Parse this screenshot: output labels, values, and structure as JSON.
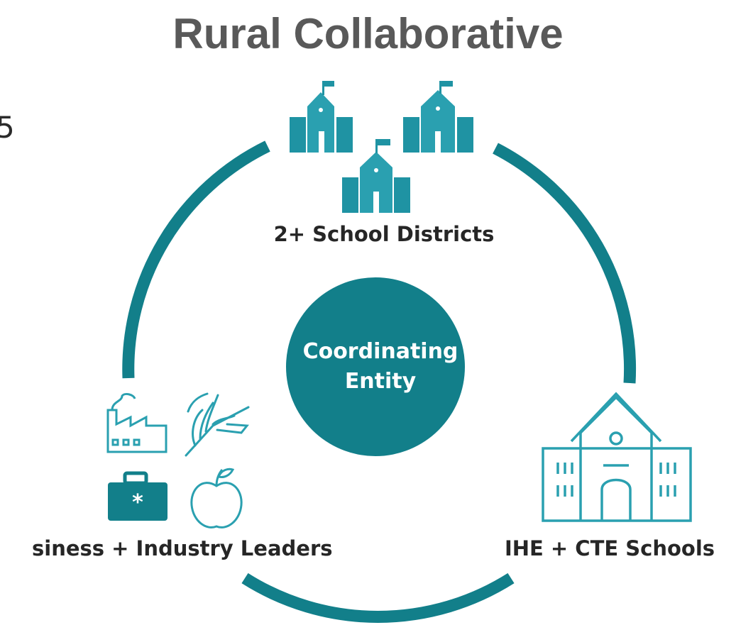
{
  "title": "Rural Collaborative",
  "stray_char": "5",
  "center": {
    "line1": "Coordinating",
    "line2": "Entity"
  },
  "nodes": {
    "school_districts": "2+ School Districts",
    "business": "siness + Industry Leaders",
    "ihe_cte": "IHE + CTE Schools"
  },
  "icons": {
    "school_districts": "school-building-icon",
    "business": [
      "factory-icon",
      "wheat-icon",
      "medical-kit-icon",
      "apple-icon"
    ],
    "ihe_cte": "college-building-icon"
  },
  "colors": {
    "teal": "#127f8a",
    "dark_teal": "#0f6f79",
    "light_teal": "#2aa0b0",
    "title_gray": "#595959",
    "label_dark": "#262626"
  }
}
